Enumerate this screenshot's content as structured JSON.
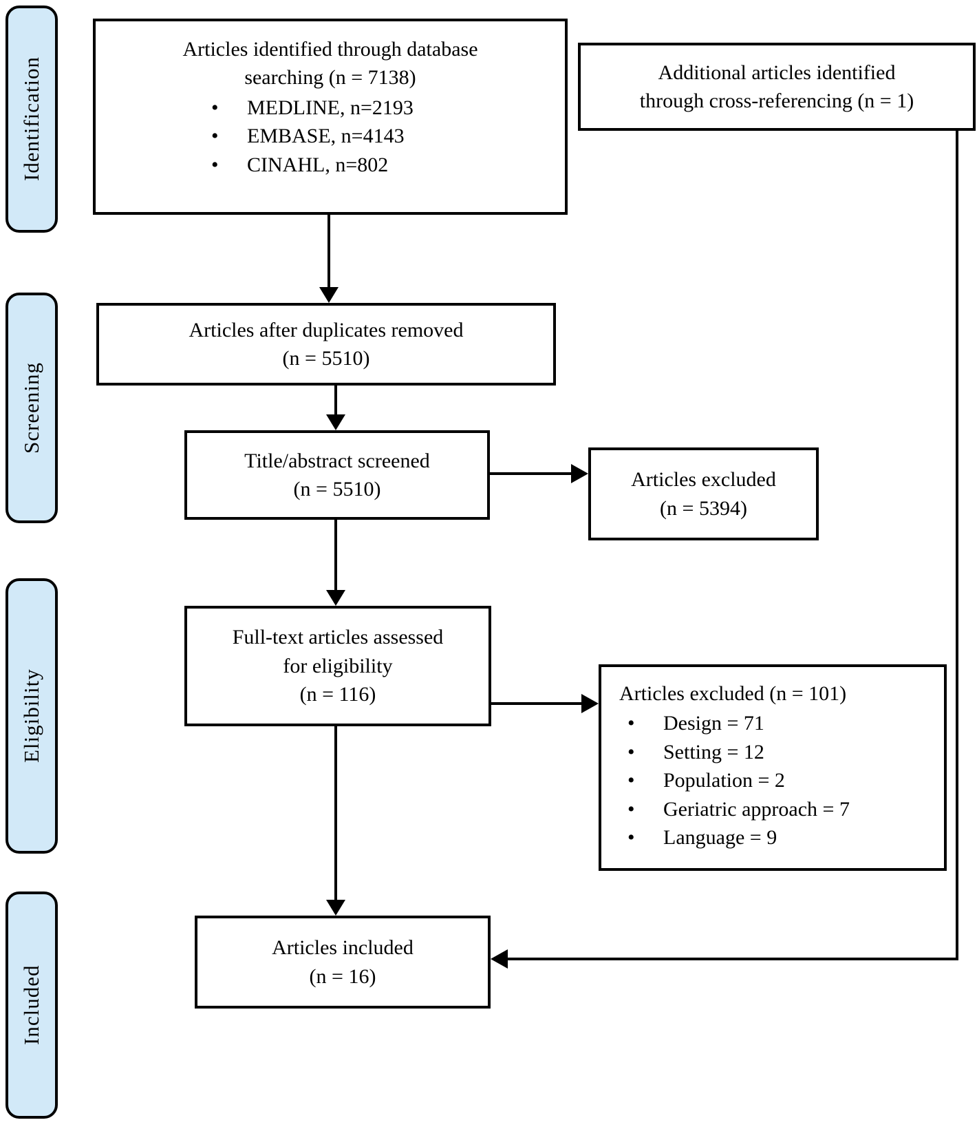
{
  "colors": {
    "sidebar_fill": "#d2e9f8",
    "line": "#000000",
    "box_background": "#ffffff"
  },
  "sidebar": {
    "labels": [
      "Identification",
      "Screening",
      "Eligibility",
      "Included"
    ]
  },
  "boxes": {
    "identified": {
      "line1": "Articles identified through database",
      "line2": "searching (n = 7138)",
      "bullets": [
        "MEDLINE, n=2193",
        "EMBASE, n=4143",
        "CINAHL, n=802"
      ]
    },
    "cross_referencing": {
      "line1": "Additional articles identified",
      "line2": "through cross-referencing (n = 1)"
    },
    "duplicates_removed": {
      "line1": "Articles after duplicates removed",
      "line2": "(n = 5510)"
    },
    "title_abstract_screened": {
      "line1": "Title/abstract screened",
      "line2": "(n = 5510)"
    },
    "excluded_screening": {
      "line1": "Articles excluded",
      "line2": "(n = 5394)"
    },
    "full_text_assessed": {
      "line1": "Full-text articles assessed",
      "line2": "for eligibility",
      "line3": "(n = 116)"
    },
    "excluded_full_text": {
      "title": "Articles excluded (n = 101)",
      "bullets": [
        "Design = 71",
        "Setting = 12",
        "Population = 2",
        "Geriatric approach = 7",
        "Language = 9"
      ]
    },
    "included": {
      "line1": "Articles included",
      "line2": "(n = 16)"
    }
  }
}
